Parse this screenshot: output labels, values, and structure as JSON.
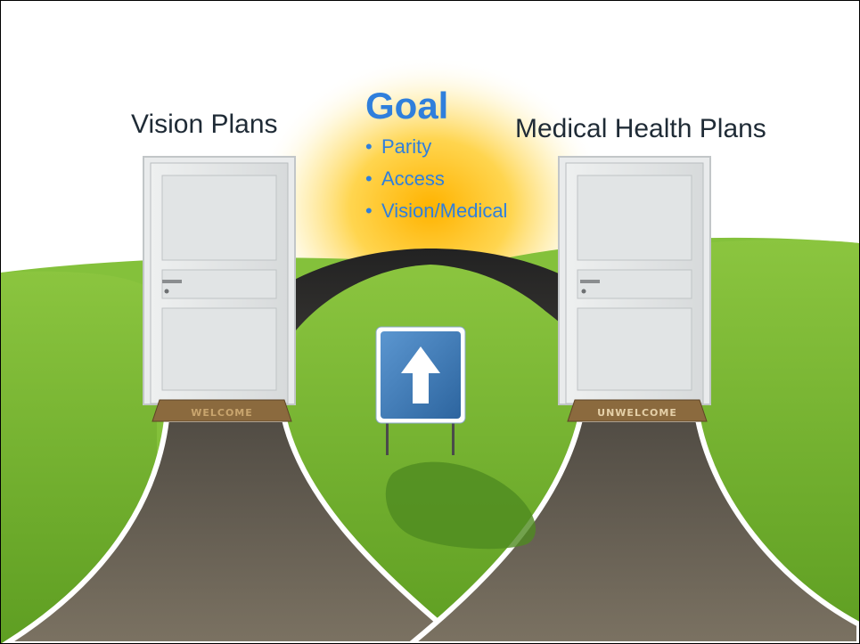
{
  "slide": {
    "left_label": "Vision Plans",
    "right_label": "Medical Health Plans",
    "goal": {
      "title": "Goal",
      "items": [
        "Parity",
        "Access",
        "Vision/Medical"
      ]
    },
    "left_mat_text": "WELCOME",
    "right_mat_text": "UNWELCOME",
    "sign_icon": "up-arrow-icon"
  },
  "colors": {
    "goal_blue": "#2f7fdc",
    "grass_green": "#74b52c",
    "road_gray": "#6b6458",
    "sign_blue": "#3a78b8",
    "sun_yellow": "#fbc02d"
  }
}
